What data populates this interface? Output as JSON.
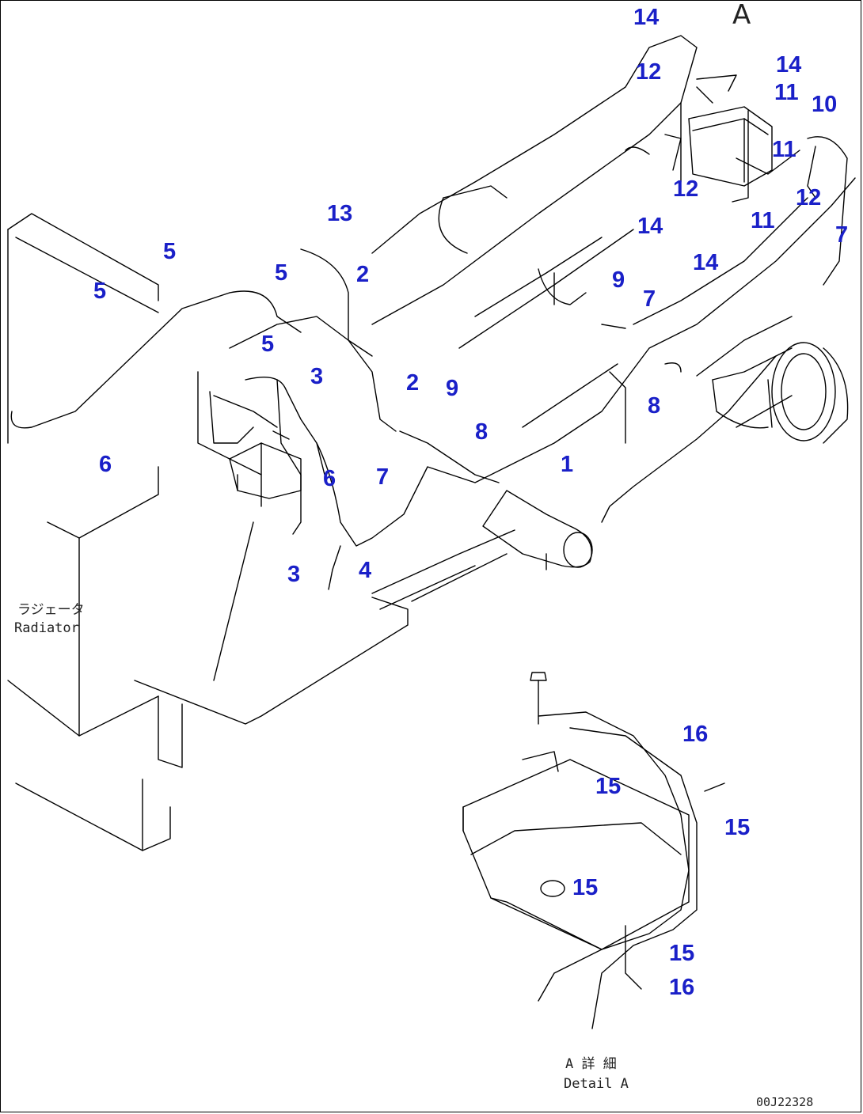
{
  "diagram": {
    "view_mark": "A",
    "drawing_number": "00J22328",
    "captions": {
      "radiator_jp": "ラジェータ",
      "radiator_en": "Radiator",
      "detail_jp": "A 詳 細",
      "detail_en": "Detail A"
    },
    "callouts": [
      "14",
      "14",
      "12",
      "11",
      "10",
      "11",
      "12",
      "12",
      "11",
      "14",
      "14",
      "7",
      "13",
      "2",
      "5",
      "5",
      "5",
      "5",
      "3",
      "2",
      "9",
      "9",
      "7",
      "8",
      "1",
      "8",
      "6",
      "6",
      "7",
      "3",
      "4",
      "16",
      "15",
      "15",
      "15",
      "15",
      "16"
    ],
    "colors": {
      "callout": "#1a20c8",
      "linework": "#000000"
    }
  }
}
